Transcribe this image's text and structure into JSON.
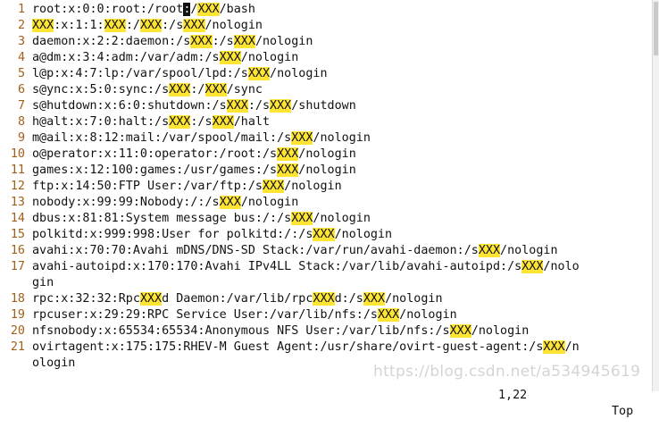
{
  "editor": {
    "lines": [
      {
        "num": "1",
        "segs": [
          {
            "t": "root:x:0:0:root:/root"
          },
          {
            "t": ":",
            "cursor": true
          },
          {
            "t": "/"
          },
          {
            "t": "XXX",
            "hl": true
          },
          {
            "t": "/bash"
          }
        ]
      },
      {
        "num": "2",
        "segs": [
          {
            "t": "XXX",
            "hl": true
          },
          {
            "t": ":x:1:1:"
          },
          {
            "t": "XXX",
            "hl": true
          },
          {
            "t": ":/"
          },
          {
            "t": "XXX",
            "hl": true
          },
          {
            "t": ":/s"
          },
          {
            "t": "XXX",
            "hl": true
          },
          {
            "t": "/nologin"
          }
        ]
      },
      {
        "num": "3",
        "segs": [
          {
            "t": "daemon:x:2:2:daemon:/s"
          },
          {
            "t": "XXX",
            "hl": true
          },
          {
            "t": ":/s"
          },
          {
            "t": "XXX",
            "hl": true
          },
          {
            "t": "/nologin"
          }
        ]
      },
      {
        "num": "4",
        "segs": [
          {
            "t": "a@dm:x:3:4:adm:/var/adm:/s"
          },
          {
            "t": "XXX",
            "hl": true
          },
          {
            "t": "/nologin"
          }
        ]
      },
      {
        "num": "5",
        "segs": [
          {
            "t": "l@p:x:4:7:lp:/var/spool/lpd:/s"
          },
          {
            "t": "XXX",
            "hl": true
          },
          {
            "t": "/nologin"
          }
        ]
      },
      {
        "num": "6",
        "segs": [
          {
            "t": "s@ync:x:5:0:sync:/s"
          },
          {
            "t": "XXX",
            "hl": true
          },
          {
            "t": ":/"
          },
          {
            "t": "XXX",
            "hl": true
          },
          {
            "t": "/sync"
          }
        ]
      },
      {
        "num": "7",
        "segs": [
          {
            "t": "s@hutdown:x:6:0:shutdown:/s"
          },
          {
            "t": "XXX",
            "hl": true
          },
          {
            "t": ":/s"
          },
          {
            "t": "XXX",
            "hl": true
          },
          {
            "t": "/shutdown"
          }
        ]
      },
      {
        "num": "8",
        "segs": [
          {
            "t": "h@alt:x:7:0:halt:/s"
          },
          {
            "t": "XXX",
            "hl": true
          },
          {
            "t": ":/s"
          },
          {
            "t": "XXX",
            "hl": true
          },
          {
            "t": "/halt"
          }
        ]
      },
      {
        "num": "9",
        "segs": [
          {
            "t": "m@ail:x:8:12:mail:/var/spool/mail:/s"
          },
          {
            "t": "XXX",
            "hl": true
          },
          {
            "t": "/nologin"
          }
        ]
      },
      {
        "num": "10",
        "segs": [
          {
            "t": "o@perator:x:11:0:operator:/root:/s"
          },
          {
            "t": "XXX",
            "hl": true
          },
          {
            "t": "/nologin"
          }
        ]
      },
      {
        "num": "11",
        "segs": [
          {
            "t": "games:x:12:100:games:/usr/games:/s"
          },
          {
            "t": "XXX",
            "hl": true
          },
          {
            "t": "/nologin"
          }
        ]
      },
      {
        "num": "12",
        "segs": [
          {
            "t": "ftp:x:14:50:FTP User:/var/ftp:/s"
          },
          {
            "t": "XXX",
            "hl": true
          },
          {
            "t": "/nologin"
          }
        ]
      },
      {
        "num": "13",
        "segs": [
          {
            "t": "nobody:x:99:99:Nobody:/:/s"
          },
          {
            "t": "XXX",
            "hl": true
          },
          {
            "t": "/nologin"
          }
        ]
      },
      {
        "num": "14",
        "segs": [
          {
            "t": "dbus:x:81:81:System message bus:/:/s"
          },
          {
            "t": "XXX",
            "hl": true
          },
          {
            "t": "/nologin"
          }
        ]
      },
      {
        "num": "15",
        "segs": [
          {
            "t": "polkitd:x:999:998:User for polkitd:/:/s"
          },
          {
            "t": "XXX",
            "hl": true
          },
          {
            "t": "/nologin"
          }
        ]
      },
      {
        "num": "16",
        "segs": [
          {
            "t": "avahi:x:70:70:Avahi mDNS/DNS-SD Stack:/var/run/avahi-daemon:/s"
          },
          {
            "t": "XXX",
            "hl": true
          },
          {
            "t": "/nologin"
          }
        ]
      },
      {
        "num": "17",
        "segs": [
          {
            "t": "avahi-autoipd:x:170:170:Avahi IPv4LL Stack:/var/lib/avahi-autoipd:/s"
          },
          {
            "t": "XXX",
            "hl": true
          },
          {
            "t": "/nolo"
          }
        ]
      },
      {
        "num": "",
        "segs": [
          {
            "t": "gin"
          }
        ]
      },
      {
        "num": "18",
        "segs": [
          {
            "t": "rpc:x:32:32:Rpc"
          },
          {
            "t": "XXX",
            "hl": true
          },
          {
            "t": "d Daemon:/var/lib/rpc"
          },
          {
            "t": "XXX",
            "hl": true
          },
          {
            "t": "d:/s"
          },
          {
            "t": "XXX",
            "hl": true
          },
          {
            "t": "/nologin"
          }
        ]
      },
      {
        "num": "19",
        "segs": [
          {
            "t": "rpcuser:x:29:29:RPC Service User:/var/lib/nfs:/s"
          },
          {
            "t": "XXX",
            "hl": true
          },
          {
            "t": "/nologin"
          }
        ]
      },
      {
        "num": "20",
        "segs": [
          {
            "t": "nfsnobody:x:65534:65534:Anonymous NFS User:/var/lib/nfs:/s"
          },
          {
            "t": "XXX",
            "hl": true
          },
          {
            "t": "/nologin"
          }
        ]
      },
      {
        "num": "21",
        "segs": [
          {
            "t": "ovirtagent:x:175:175:RHEV-M Guest Agent:/usr/share/ovirt-guest-agent:/s"
          },
          {
            "t": "XXX",
            "hl": true
          },
          {
            "t": "/n"
          }
        ]
      },
      {
        "num": "",
        "segs": [
          {
            "t": "ologin"
          }
        ]
      }
    ]
  },
  "status": {
    "position": "1,22",
    "scroll": "Top"
  },
  "watermark": "https://blog.csdn.net/a534945619",
  "colors": {
    "line_number": "#a15f1a",
    "highlight": "#ffe533",
    "cursor": "#111111"
  }
}
